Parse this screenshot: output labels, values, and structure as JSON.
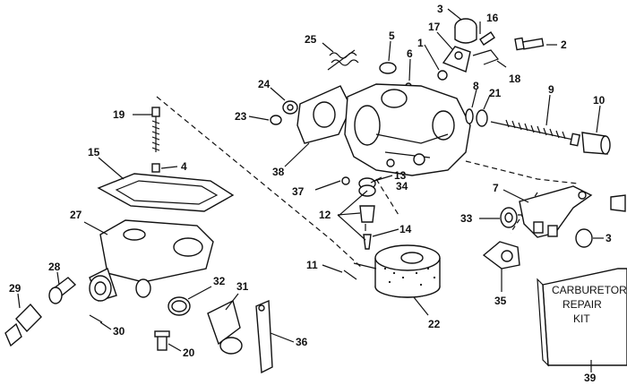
{
  "diagram": {
    "callouts": [
      {
        "id": "1",
        "text": "1"
      },
      {
        "id": "2",
        "text": "2"
      },
      {
        "id": "3",
        "text": "3"
      },
      {
        "id": "4",
        "text": "4"
      },
      {
        "id": "5",
        "text": "5"
      },
      {
        "id": "6",
        "text": "6"
      },
      {
        "id": "7",
        "text": "7"
      },
      {
        "id": "8",
        "text": "8"
      },
      {
        "id": "9",
        "text": "9"
      },
      {
        "id": "10",
        "text": "10"
      },
      {
        "id": "11",
        "text": "11"
      },
      {
        "id": "12",
        "text": "12"
      },
      {
        "id": "13",
        "text": "13"
      },
      {
        "id": "14",
        "text": "14"
      },
      {
        "id": "15",
        "text": "15"
      },
      {
        "id": "16",
        "text": "16"
      },
      {
        "id": "17",
        "text": "17"
      },
      {
        "id": "18",
        "text": "18"
      },
      {
        "id": "19",
        "text": "19"
      },
      {
        "id": "20",
        "text": "20"
      },
      {
        "id": "21",
        "text": "21"
      },
      {
        "id": "22",
        "text": "22"
      },
      {
        "id": "23",
        "text": "23"
      },
      {
        "id": "24",
        "text": "24"
      },
      {
        "id": "25",
        "text": "25"
      },
      {
        "id": "27",
        "text": "27"
      },
      {
        "id": "28",
        "text": "28"
      },
      {
        "id": "29",
        "text": "29"
      },
      {
        "id": "30",
        "text": "30"
      },
      {
        "id": "31",
        "text": "31"
      },
      {
        "id": "32",
        "text": "32"
      },
      {
        "id": "33",
        "text": "33"
      },
      {
        "id": "34",
        "text": "34"
      },
      {
        "id": "35",
        "text": "35"
      },
      {
        "id": "36",
        "text": "36"
      },
      {
        "id": "37",
        "text": "37"
      },
      {
        "id": "38",
        "text": "38"
      },
      {
        "id": "39",
        "text": "39"
      },
      {
        "id": "3b",
        "text": "3"
      }
    ],
    "repair_kit_box": {
      "line1": "CARBURETOR",
      "line2": "REPAIR",
      "line3": "KIT"
    }
  }
}
